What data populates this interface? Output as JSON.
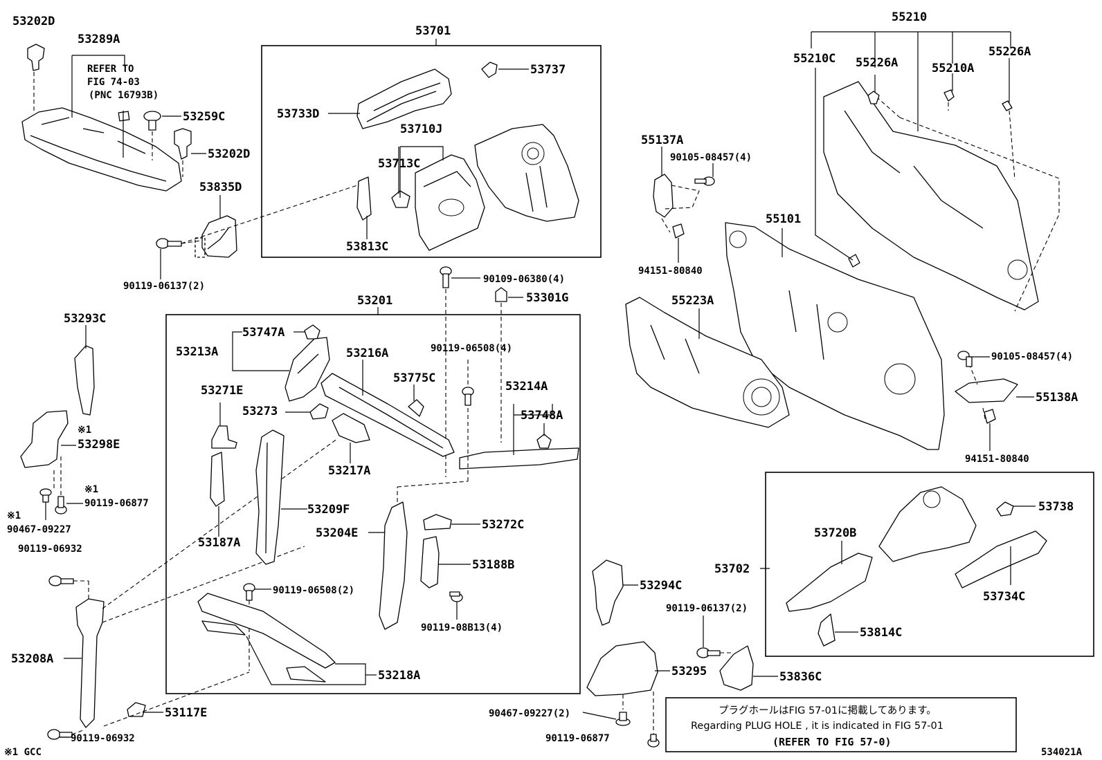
{
  "figure_id": "534021A",
  "labels": {
    "l53202D_a": "53202D",
    "l53289A": "53289A",
    "refer_1": "REFER TO",
    "refer_2": "FIG 74-03",
    "refer_3": "(PNC 16793B)",
    "l53259C": "53259C",
    "l53202D_b": "53202D",
    "l53835D": "53835D",
    "l90119_06137_2a": "90119-06137(2)",
    "l53701": "53701",
    "l53737": "53737",
    "l53733D": "53733D",
    "l53710J": "53710J",
    "l53713C": "53713C",
    "l53813C": "53813C",
    "l90109_06380_4": "90109-06380(4)",
    "l53301G": "53301G",
    "l53201": "53201",
    "l53293C": "53293C",
    "l53747A": "53747A",
    "l53213A": "53213A",
    "l53216A": "53216A",
    "l90119_06508_4": "90119-06508(4)",
    "l53775C": "53775C",
    "l53214A": "53214A",
    "l53271E": "53271E",
    "l53273": "53273",
    "l53748A": "53748A",
    "l53217A": "53217A",
    "l53298E": "53298E",
    "l90119_06877_a": "90119-06877",
    "l90467_09227_a": "90467-09227",
    "l90119_06932_a": "90119-06932",
    "l53209F": "53209F",
    "l53187A": "53187A",
    "l53204E": "53204E",
    "l53272C": "53272C",
    "l53188B": "53188B",
    "l90119_06508_2": "90119-06508(2)",
    "l90119_08B13_4": "90119-08B13(4)",
    "l53208A": "53208A",
    "l53218A": "53218A",
    "l53117E": "53117E",
    "l90119_06932_b": "90119-06932",
    "l55210": "55210",
    "l55210C": "55210C",
    "l55226A_a": "55226A",
    "l55210A": "55210A",
    "l55226A_b": "55226A",
    "l55137A": "55137A",
    "l90105_08457_4a": "90105-08457(4)",
    "l55101": "55101",
    "l94151_80840_a": "94151-80840",
    "l55223A": "55223A",
    "l90105_08457_4b": "90105-08457(4)",
    "l55138A": "55138A",
    "l94151_80840_b": "94151-80840",
    "l53738": "53738",
    "l53720B": "53720B",
    "l53702": "53702",
    "l53734C": "53734C",
    "l53294C": "53294C",
    "l90119_06137_2b": "90119-06137(2)",
    "l53814C": "53814C",
    "l53295": "53295",
    "l53836C": "53836C",
    "l90467_09227_2": "90467-09227(2)",
    "l90119_06877_b": "90119-06877"
  },
  "marks": {
    "m1": "※1",
    "m2": "※1",
    "m3": "※1",
    "footnote": "※1 GCC"
  },
  "note": {
    "line1": "プラグホールはFIG 57-01に掲載してあります。",
    "line2": "Regarding PLUG HOLE , it is indicated in FIG 57-01",
    "line3": "(REFER TO FIG 57-0)"
  }
}
